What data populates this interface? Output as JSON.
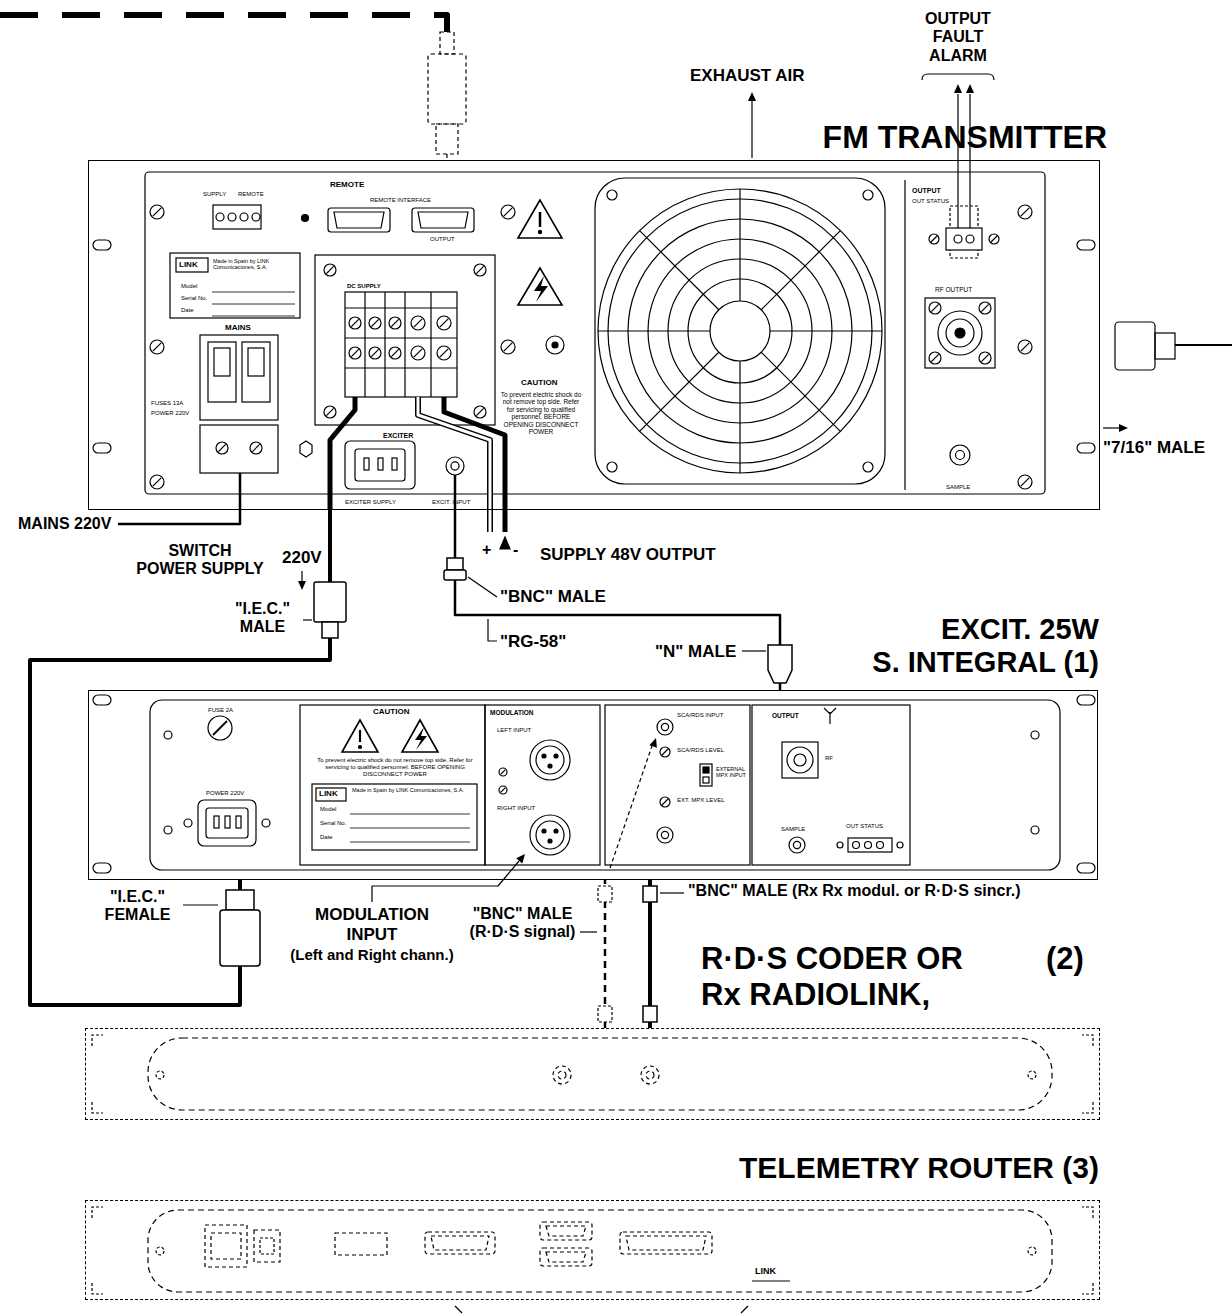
{
  "diagram": {
    "nodes": [
      {
        "text": [
          "FM TRANSMITTER"
        ]
      },
      {
        "text": [
          "EXCIT. 25W S. INTEGRAL (1)"
        ]
      },
      {
        "text": [
          "R·D·S CODER OR Rx RADIOLINK,",
          "(2)"
        ]
      },
      {
        "text": [
          "TELEMETRY ROUTER (3)"
        ]
      }
    ],
    "edges": [
      {
        "from": 0,
        "to": 1,
        "arrow": "none",
        "label": "220V"
      },
      {
        "from": 0,
        "to": 1,
        "arrow": "none",
        "label": "\"RG-58\""
      },
      {
        "from": 2,
        "to": 1,
        "arrow": "none"
      },
      {
        "from": 2,
        "to": 1,
        "arrow": "none"
      }
    ],
    "labels": [
      "EXHAUST AIR",
      "OUTPUT FAULT ALARM",
      "\"7/16\" MALE",
      "MAINS 220V",
      "SWITCH POWER SUPPLY",
      "+",
      "-",
      "SUPPLY 48V OUTPUT",
      "\"BNC\" MALE",
      "\"N\" MALE",
      "\"I.E.C.\" MALE",
      "\"I.E.C.\" FEMALE",
      "MODULATION INPUT",
      "(Left and Right chann.)",
      "\"BNC\" MALE (R·D·S signal)",
      "\"BNC\" MALE (Rx Rx modul. or R·D·S sincr.)",
      "SUPPLY",
      "REMOTE",
      "REMOTE",
      "REMOTE INTERFACE",
      "OUTPUT",
      "MAINS",
      "FUSES 13A",
      "POWER 220V",
      "DC SUPPLY",
      "EXCITER",
      "EXCITER SUPPLY",
      "EXCIT. INPUT",
      "CAUTION",
      "To prevent electric shock do not remove top side. Refer for servicing to qualified personnel. BEFORE OPENING DISCONNECT POWER",
      "OUTPUT",
      "OUT STATUS",
      "RF OUTPUT",
      "SAMPLE",
      "LINK",
      "Made in Spain by LINK Comunicaciones, S.A.",
      "Model",
      "Serial No.",
      "Date",
      "FUSE 2A",
      "POWER 220V",
      "CAUTION",
      "To prevent electric shock do not remove top side. Refer for servicing to qualified personnel. BEFORE OPENING DISCONNECT POWER",
      "LINK",
      "Made in Spain by LINK Comunicaciones, S.A.",
      "Model",
      "Serial No.",
      "Date",
      "MODULATION",
      "LEFT INPUT",
      "RIGHT INPUT",
      "SCA/RDS INPUT",
      "SCA/RDS LEVEL",
      "EXTERNAL MPX INPUT",
      "EXT. MPX LEVEL",
      "OUTPUT",
      "RF",
      "SAMPLE",
      "OUT STATUS",
      "LINK"
    ]
  }
}
